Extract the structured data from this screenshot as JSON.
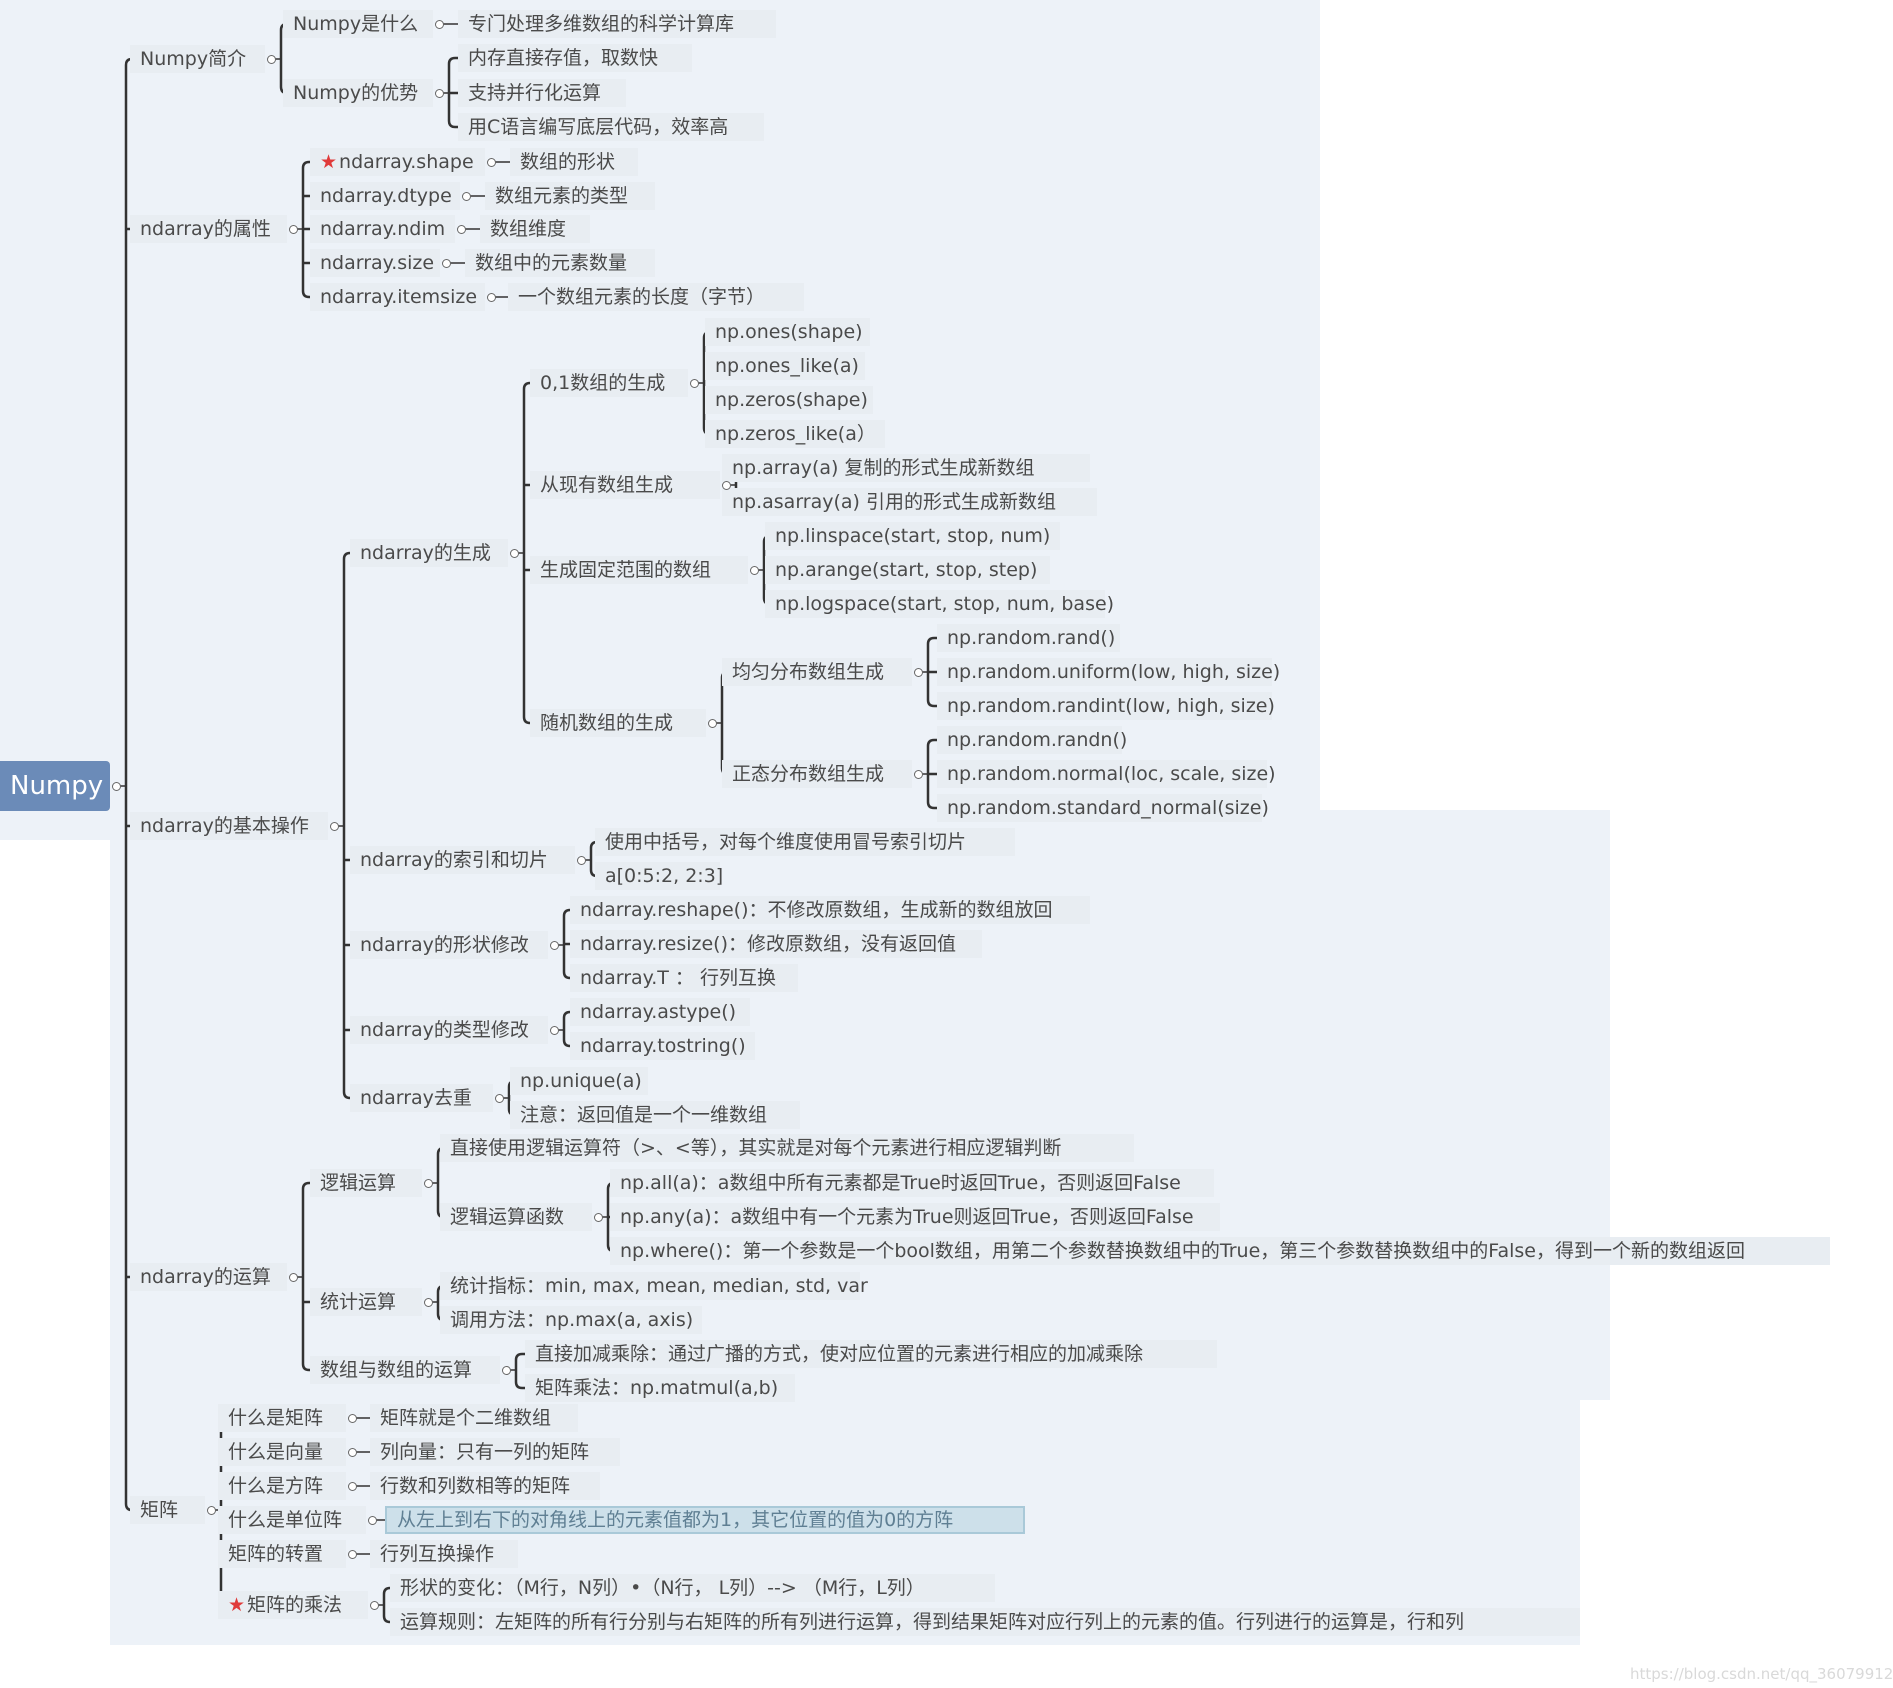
{
  "root": "Numpy",
  "nodes": {
    "intro": "Numpy简介",
    "what": "Numpy是什么",
    "what_desc": "专门处理多维数组的科学计算库",
    "adv": "Numpy的优势",
    "adv1": "内存直接存值，取数快",
    "adv2": "支持并行化运算",
    "adv3": "用C语言编写底层代码，效率高",
    "attr": "ndarray的属性",
    "shape": "ndarray.shape",
    "shape_desc": "数组的形状",
    "dtype": "ndarray.dtype",
    "dtype_desc": "数组元素的类型",
    "ndim": "ndarray.ndim",
    "ndim_desc": "数组维度",
    "size": "ndarray.size",
    "size_desc": "数组中的元素数量",
    "itemsize": "ndarray.itemsize",
    "itemsize_desc": "一个数组元素的长度（字节）",
    "basic": "ndarray的基本操作",
    "gen": "ndarray的生成",
    "gen01": "0,1数组的生成",
    "ones": "np.ones(shape)",
    "ones_like": "np.ones_like(a)",
    "zeros": "np.zeros(shape)",
    "zeros_like": "np.zeros_like(a）",
    "from_exist": "从现有数组生成",
    "np_array": "np.array(a)      复制的形式生成新数组",
    "np_asarray": "np.asarray(a)    引用的形式生成新数组",
    "range": "生成固定范围的数组",
    "linspace": "np.linspace(start, stop, num)",
    "arange": "np.arange(start, stop, step)",
    "logspace": "np.logspace(start, stop, num, base)",
    "random": "随机数组的生成",
    "uniform_gen": "均匀分布数组生成",
    "rand": "np.random.rand()",
    "uniform": "np.random.uniform(low, high, size)",
    "randint": "np.random.randint(low, high, size)",
    "normal_gen": "正态分布数组生成",
    "randn": "np.random.randn()",
    "normal": "np.random.normal(loc, scale, size)",
    "std_normal": "np.random.standard_normal(size)",
    "index": "ndarray的索引和切片",
    "index1": "使用中括号，对每个维度使用冒号索引切片",
    "index2": "a[0:5:2, 2:3]",
    "reshape_grp": "ndarray的形状修改",
    "reshape": "ndarray.reshape()：不修改原数组，生成新的数组放回",
    "resize": "ndarray.resize()：修改原数组，没有返回值",
    "transpose": "ndarray.T ：  行列互换",
    "type_grp": "ndarray的类型修改",
    "astype": "ndarray.astype()",
    "tostring": "ndarray.tostring()",
    "dedup": "ndarray去重",
    "unique": "np.unique(a)",
    "unique_note": "注意：返回值是一个一维数组",
    "ops": "ndarray的运算",
    "logic": "逻辑运算",
    "logic_op": "直接使用逻辑运算符（>、<等），其实就是对每个元素进行相应逻辑判断",
    "logic_func": "逻辑运算函数",
    "np_all": "np.all(a)：a数组中所有元素都是True时返回True，否则返回False",
    "np_any": "np.any(a)：a数组中有一个元素为True则返回True，否则返回False",
    "np_where": "np.where()：第一个参数是一个bool数组，用第二个参数替换数组中的True，第三个参数替换数组中的False，得到一个新的数组返回",
    "stat": "统计运算",
    "stat1": "统计指标：min, max, mean, median, std, var",
    "stat2": "调用方法：np.max(a, axis)",
    "arr_ops": "数组与数组的运算",
    "arr1": "直接加减乘除：通过广播的方式，使对应位置的元素进行相应的加减乘除",
    "arr2": "矩阵乘法：np.matmul(a,b)",
    "matrix": "矩阵",
    "m_what": "什么是矩阵",
    "m_what_d": "矩阵就是个二维数组",
    "vec": "什么是向量",
    "vec_d": "列向量：只有一列的矩阵",
    "square": "什么是方阵",
    "square_d": "行数和列数相等的矩阵",
    "ident": "什么是单位阵",
    "ident_d": "从左上到右下的对角线上的元素值都为1，其它位置的值为0的方阵",
    "trans": "矩阵的转置",
    "trans_d": "行列互换操作",
    "mult": "矩阵的乘法",
    "mult1": "形状的变化：（M行，N列）•（N行， L列）-->  （M行，L列）",
    "mult2": "运算规则：左矩阵的所有行分别与右矩阵的所有列进行运算，得到结果矩阵对应行列上的元素的值。行列进行的运算是，行和列"
  },
  "watermark": "https://blog.csdn.net/qq_36079912",
  "colors": {
    "root_fill": "#6b8bb8",
    "node_fill": "#e8edf2",
    "line": "#333333",
    "star": "#e03a3a"
  }
}
